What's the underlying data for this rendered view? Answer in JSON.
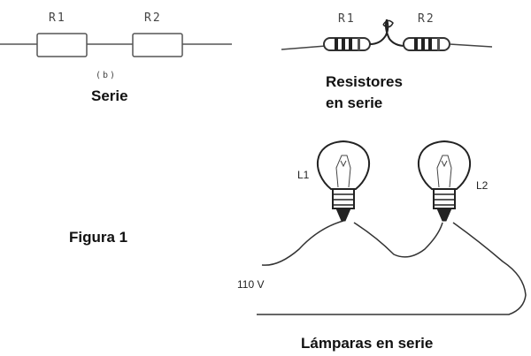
{
  "schematic": {
    "r1_label": "R1",
    "r2_label": "R2",
    "sublabel": "(b)",
    "caption": "Serie"
  },
  "pictorial": {
    "r1_label": "R1",
    "r2_label": "R2",
    "caption_line1": "Resistores",
    "caption_line2": "en serie"
  },
  "figure_label": "Figura 1",
  "lamps": {
    "l1_label": "L1",
    "l2_label": "L2",
    "voltage_label": "110 V",
    "caption": "Lámparas en serie"
  }
}
